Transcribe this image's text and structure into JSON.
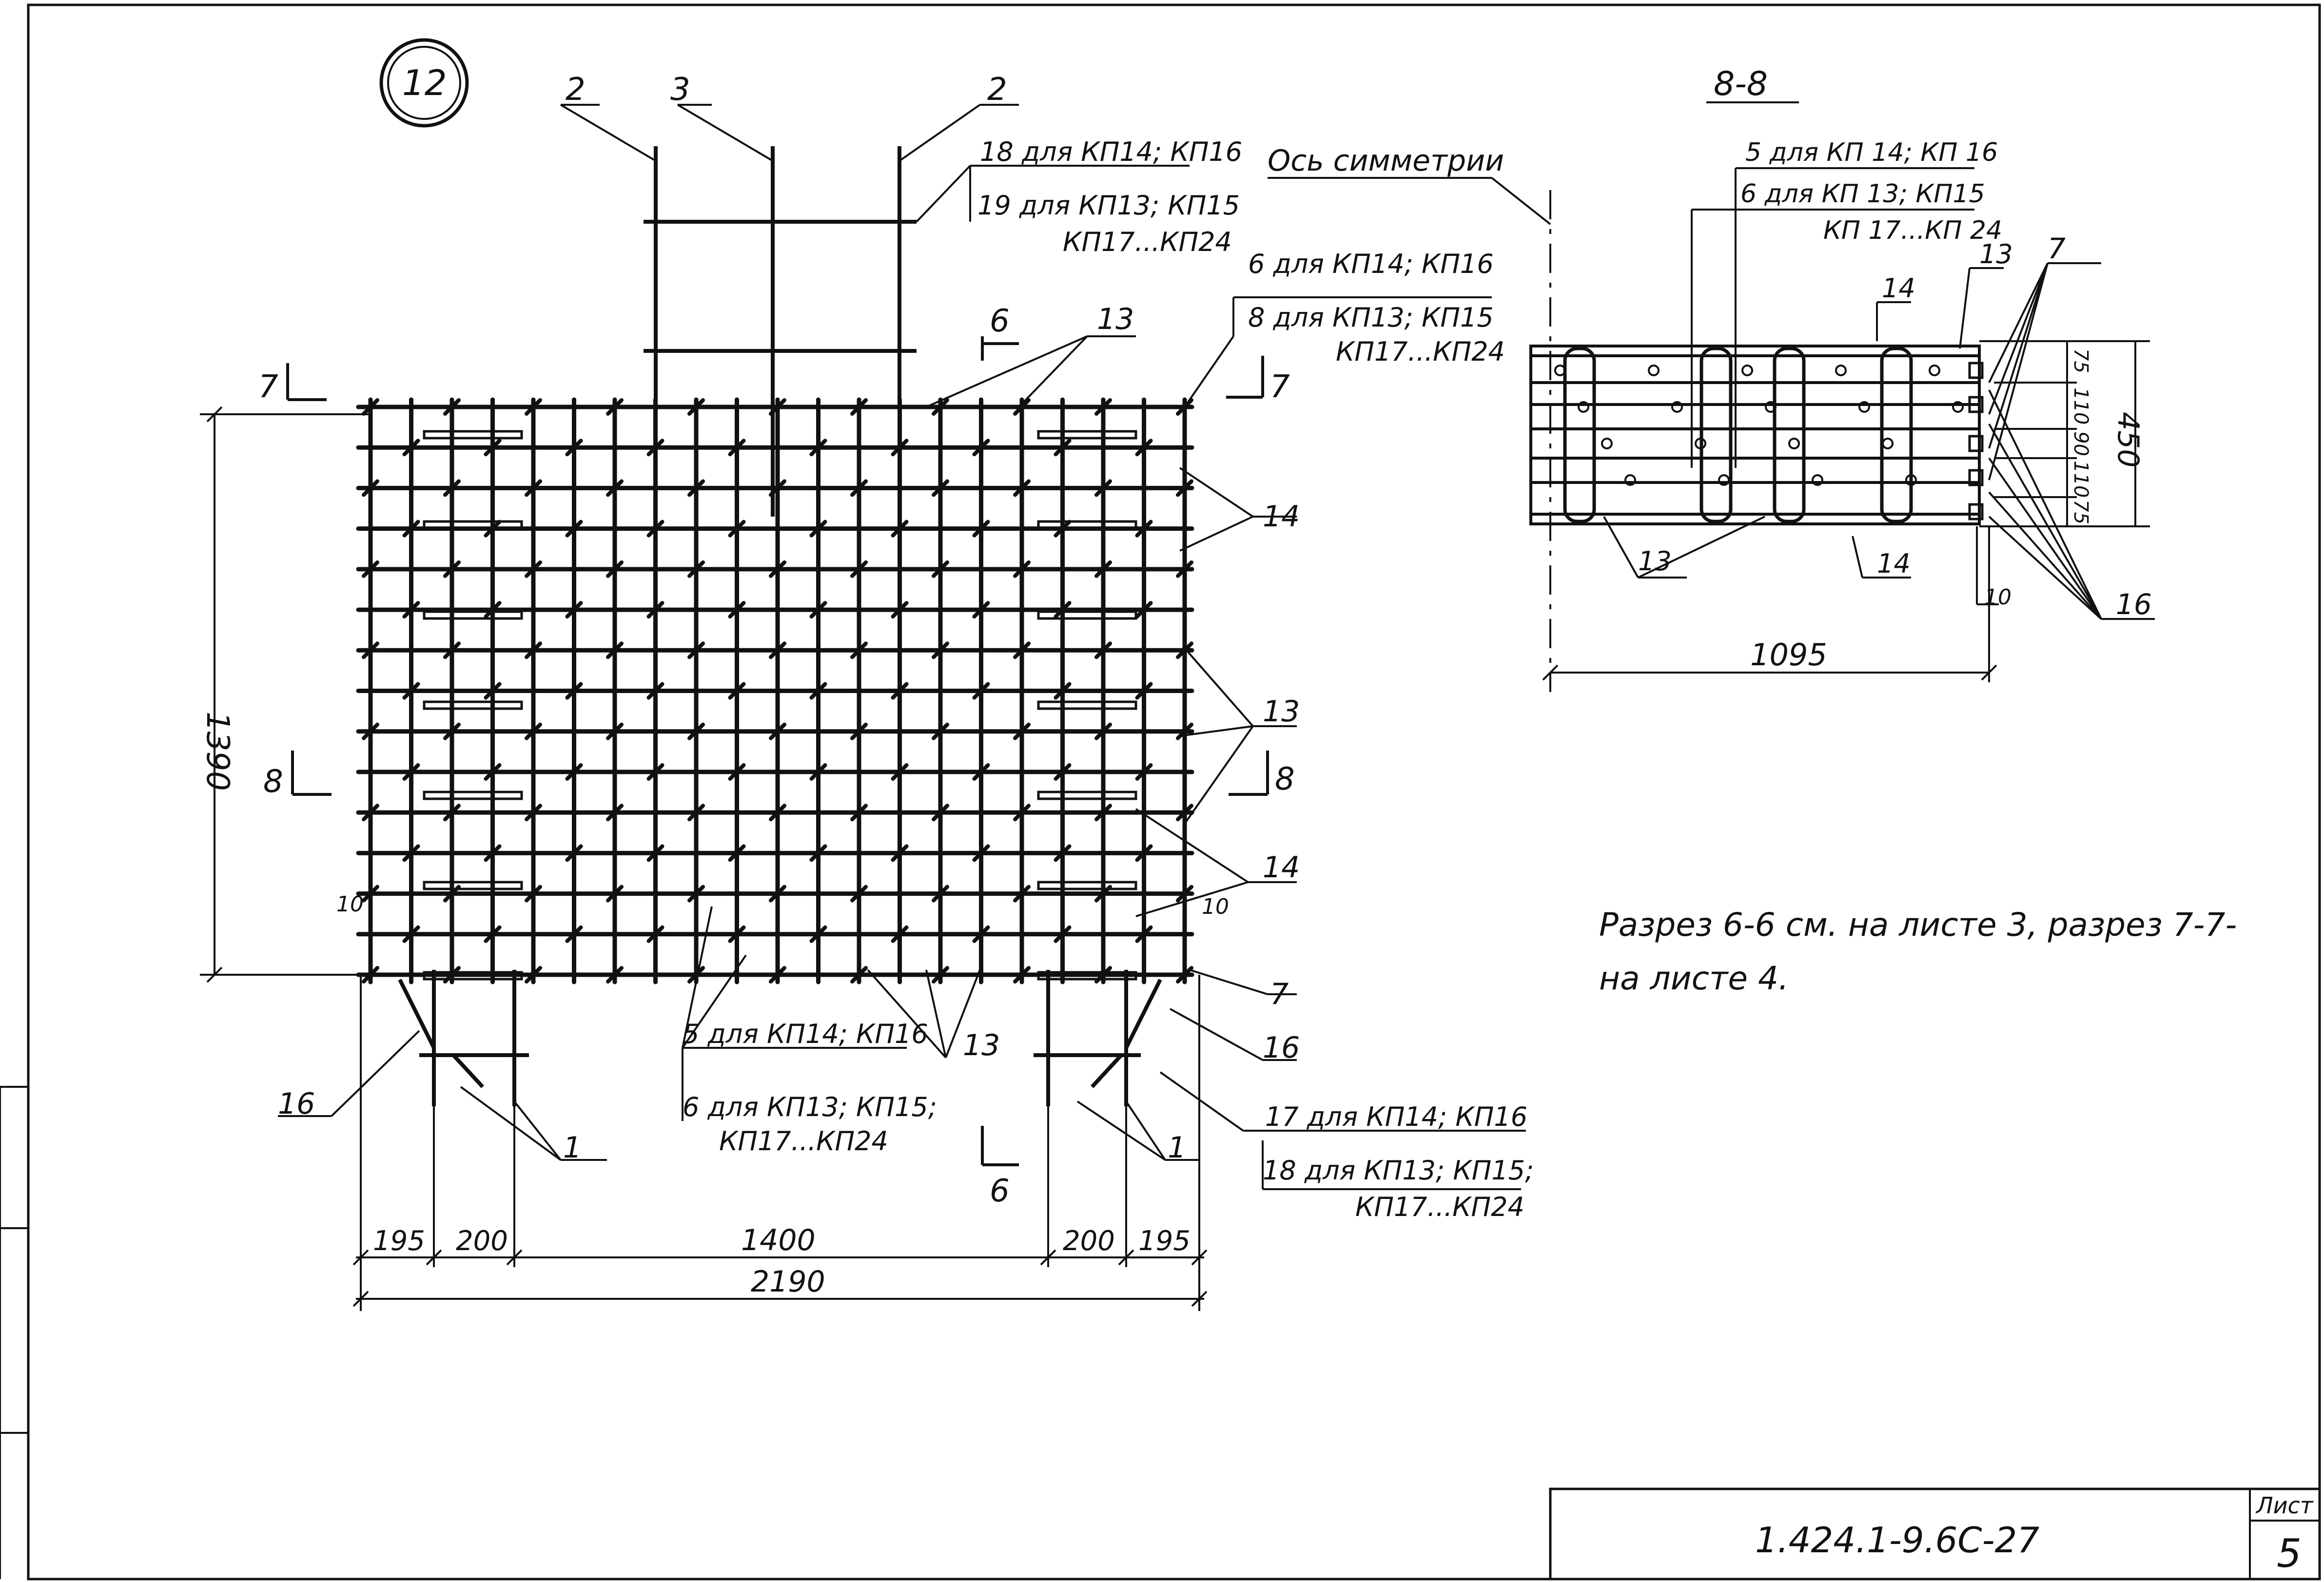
{
  "colors": {
    "ink": "#111111",
    "paper": "#ffffff"
  },
  "detail": {
    "number": "12"
  },
  "main_view": {
    "mark_2": "2",
    "mark_3": "3",
    "top_callout": {
      "line1": "18 для КП14; КП16",
      "line2": "19 для КП13; КП15",
      "line3": "КП17...КП24"
    },
    "right_callout": {
      "line1": "6 для КП14; КП16",
      "line2": "8 для КП13; КП15",
      "line3": "КП17...КП24"
    },
    "mark_13": "13",
    "mark_14": "14",
    "mark_16": "16",
    "mark_7": "7",
    "mark_1": "1",
    "mark_10": "10",
    "bottom_callout": {
      "line1": "5 для КП14; КП16",
      "line2": "6 для КП13; КП15;",
      "line3": "КП17...КП24"
    },
    "lower_right_callout": {
      "line1": "17 для КП14; КП16",
      "line2": "18 для КП13; КП15;",
      "line3": "КП17...КП24"
    },
    "cut_6": "6",
    "cut_7": "7",
    "cut_8": "8",
    "dims": {
      "height": "1390",
      "d195": "195",
      "d200": "200",
      "d1400": "1400",
      "total": "2190"
    }
  },
  "section_8": {
    "title": "8-8",
    "axis_label": "Ось симметрии",
    "callout": {
      "line1": "5 для КП 14; КП 16",
      "line2": "6 для КП 13; КП15",
      "line3": "КП 17...КП 24"
    },
    "mark_13": "13",
    "mark_14": "14",
    "mark_7": "7",
    "mark_16": "16",
    "mark_10": "10",
    "dims": {
      "d75": "75",
      "d110": "110",
      "d90": "90",
      "height": "450",
      "width": "1095"
    }
  },
  "note": {
    "line1": "Разрез 6-6 см. на листе 3, разрез 7-7-",
    "line2": "на листе 4."
  },
  "title_block": {
    "code": "1.424.1-9.6С-27",
    "sheet_label": "Лист",
    "sheet_number": "5"
  }
}
